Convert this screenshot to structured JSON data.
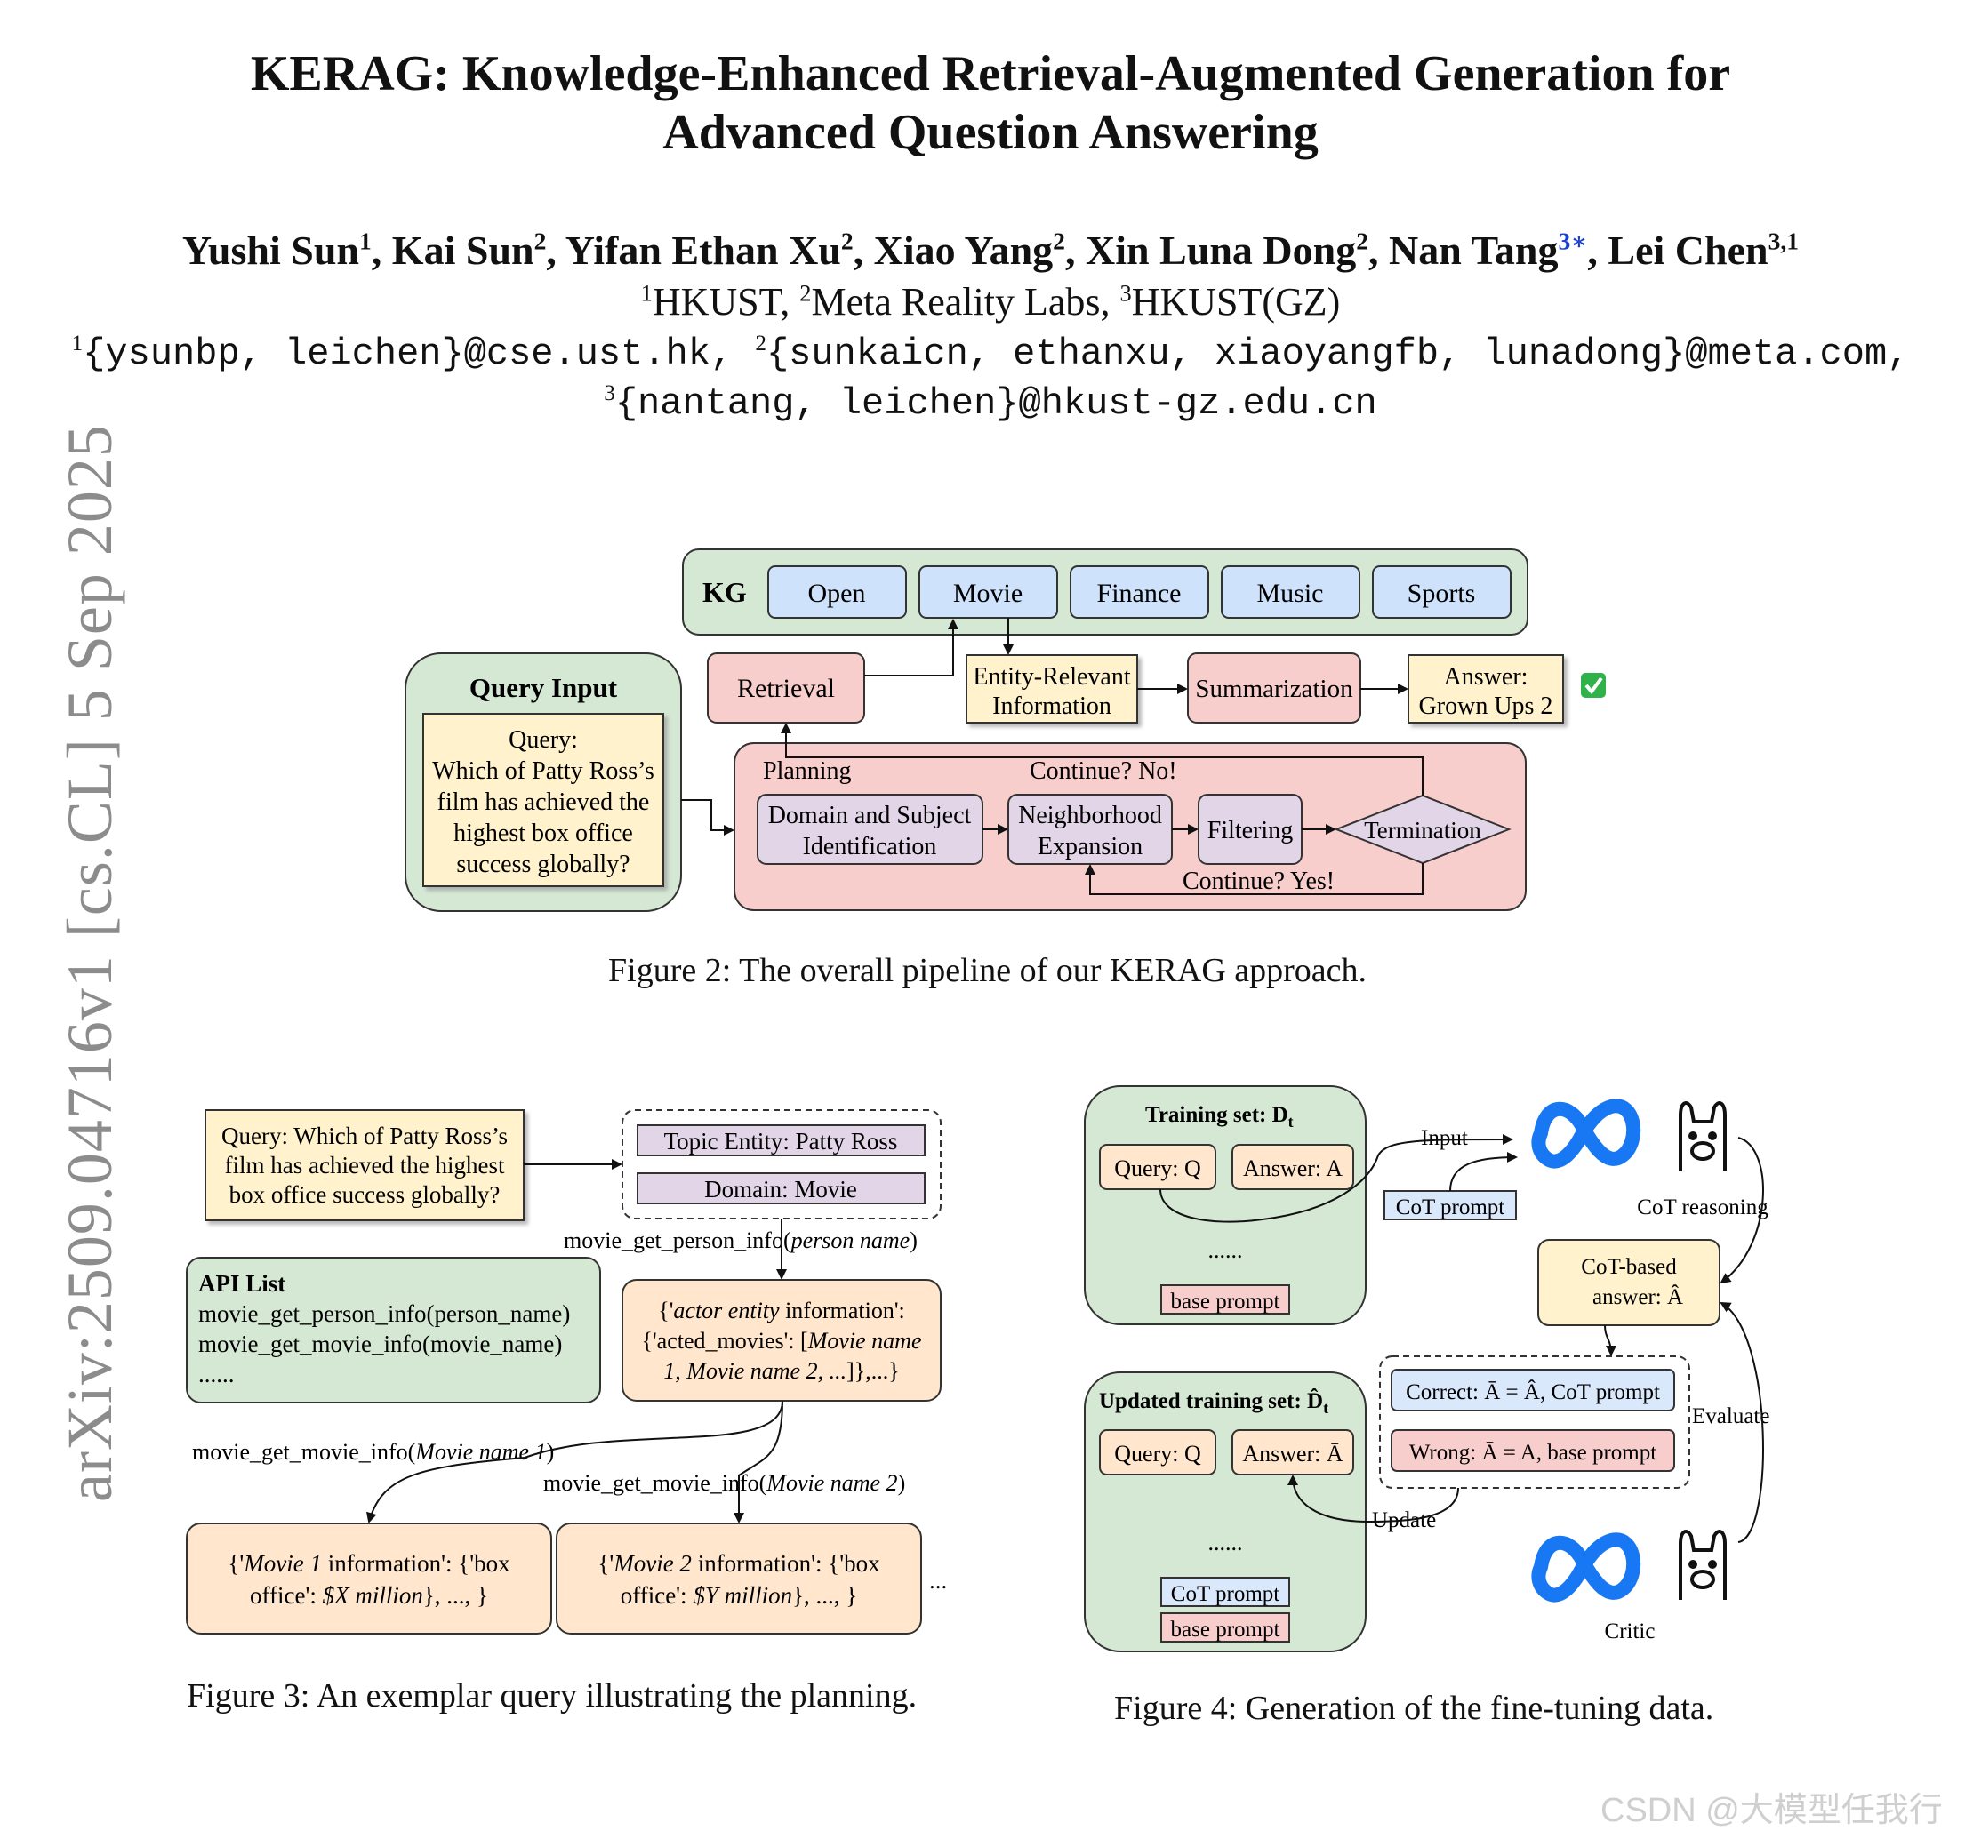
{
  "title_line1": "KERAG: Knowledge-Enhanced Retrieval-Augmented Generation for",
  "title_line2": "Advanced Question Answering",
  "authors": [
    {
      "name": "Yushi Sun",
      "sup": "1",
      "sep": ", "
    },
    {
      "name": "Kai Sun",
      "sup": "2",
      "sep": ", "
    },
    {
      "name": "Yifan Ethan Xu",
      "sup": "2",
      "sep": ", "
    },
    {
      "name": "Xiao Yang",
      "sup": "2",
      "sep": ", "
    },
    {
      "name": "Xin Luna Dong",
      "sup": "2",
      "sep": ", "
    },
    {
      "name": "Nan Tang",
      "sup": "3∗",
      "sep": ", "
    },
    {
      "name": "Lei Chen",
      "sup": "3,1",
      "sep": ""
    }
  ],
  "affiliations": [
    {
      "sup": "1",
      "text": "HKUST, "
    },
    {
      "sup": "2",
      "text": "Meta Reality Labs, "
    },
    {
      "sup": "3",
      "text": "HKUST(GZ)"
    }
  ],
  "emails": [
    {
      "sup": "1",
      "text": "{ysunbp, leichen}@cse.ust.hk, "
    },
    {
      "sup": "2",
      "text": "{sunkaicn, ethanxu, xiaoyangfb, lunadong}@meta.com,"
    },
    {
      "sup": "3",
      "text": "{nantang, leichen}@hkust-gz.edu.cn"
    }
  ],
  "arxiv_stamp": "arXiv:2509.04716v1  [cs.CL]  5 Sep 2025",
  "fig2": {
    "caption": "Figure 2: The overall pipeline of our KERAG approach.",
    "kg_label": "KG",
    "kg_domains": [
      "Open",
      "Movie",
      "Finance",
      "Music",
      "Sports"
    ],
    "query_input_title": "Query Input",
    "query_lines": [
      "Query:",
      "Which of Patty Ross’s",
      "film has achieved the",
      "highest box office",
      "success globally?"
    ],
    "retrieval": "Retrieval",
    "entity_info": [
      "Entity-Relevant",
      "Information"
    ],
    "summarization": "Summarization",
    "answer": [
      "Answer:",
      "Grown Ups 2"
    ],
    "check_mark": "✅",
    "planning": "Planning",
    "continue_no": "Continue? No!",
    "continue_yes": "Continue? Yes!",
    "domain_subject": [
      "Domain and Subject",
      "Identification"
    ],
    "neighborhood": [
      "Neighborhood",
      "Expansion"
    ],
    "filtering": "Filtering",
    "termination": "Termination"
  },
  "fig3": {
    "caption": "Figure 3: An exemplar query illustrating the planning.",
    "query_lines": [
      "Query: Which of Patty Ross’s",
      "film has achieved the highest",
      "box office success globally?"
    ],
    "topic_entity": "Topic Entity: Patty Ross",
    "domain": "Domain: Movie",
    "call_person": "movie_get_person_info(",
    "call_person_arg": "person name",
    "call_close": ")",
    "api_title": "API List",
    "api_lines": [
      "movie_get_person_info(person_name)",
      "movie_get_movie_info(movie_name)",
      "......"
    ],
    "actor_line1_pre": "{'",
    "actor_line1_it": "actor entity",
    "actor_line1_post": " information':",
    "actor_line2_pre": "{'acted_movies': [",
    "actor_line2_it": "Movie name",
    "actor_line3_it": "1, Movie name 2, ...",
    "actor_line3_post": "]},...}",
    "call_movie": "movie_get_movie_info(",
    "call_movie1_arg": "Movie name 1",
    "call_movie2_arg": "Movie name 2",
    "m1_line1_pre": "{'",
    "m1_line1_it": "Movie 1",
    "m1_line1_post": " information': {'box",
    "m1_line2_pre": "office': ",
    "m1_line2_it": "$X million",
    "m1_line2_post": "}, ..., }",
    "m2_line1_pre": "{'",
    "m2_line1_it": "Movie 2",
    "m2_line1_post": " information': {'box",
    "m2_line2_pre": "office': ",
    "m2_line2_it": "$Y million",
    "m2_line2_post": "}, ..., }",
    "ellipsis": "..."
  },
  "fig4": {
    "caption": "Figure 4: Generation of the fine-tuning data.",
    "training_set_title": "Training set: D",
    "training_set_sub": "t",
    "query_q": "Query: Q",
    "answer_a": "Answer: A",
    "dots": "......",
    "base_prompt": "base prompt",
    "input_label": "Input",
    "cot_prompt": "CoT prompt",
    "cot_reasoning": "CoT reasoning",
    "cot_answer_line1": "CoT-based",
    "cot_answer_line2": "answer: Â",
    "updated_title": "Updated training set: D̂",
    "updated_sub": "t",
    "answer_abar": "Answer: Ā",
    "correct": "Correct: Ā = Â, CoT prompt",
    "wrong": "Wrong: Ā = A, base prompt",
    "evaluate": "Evaluate",
    "update": "Update",
    "critic": "Critic",
    "llm_icon": "meta-logo-icon",
    "llama_icon": "llama-icon"
  },
  "watermark": "CSDN @大模型任我行"
}
